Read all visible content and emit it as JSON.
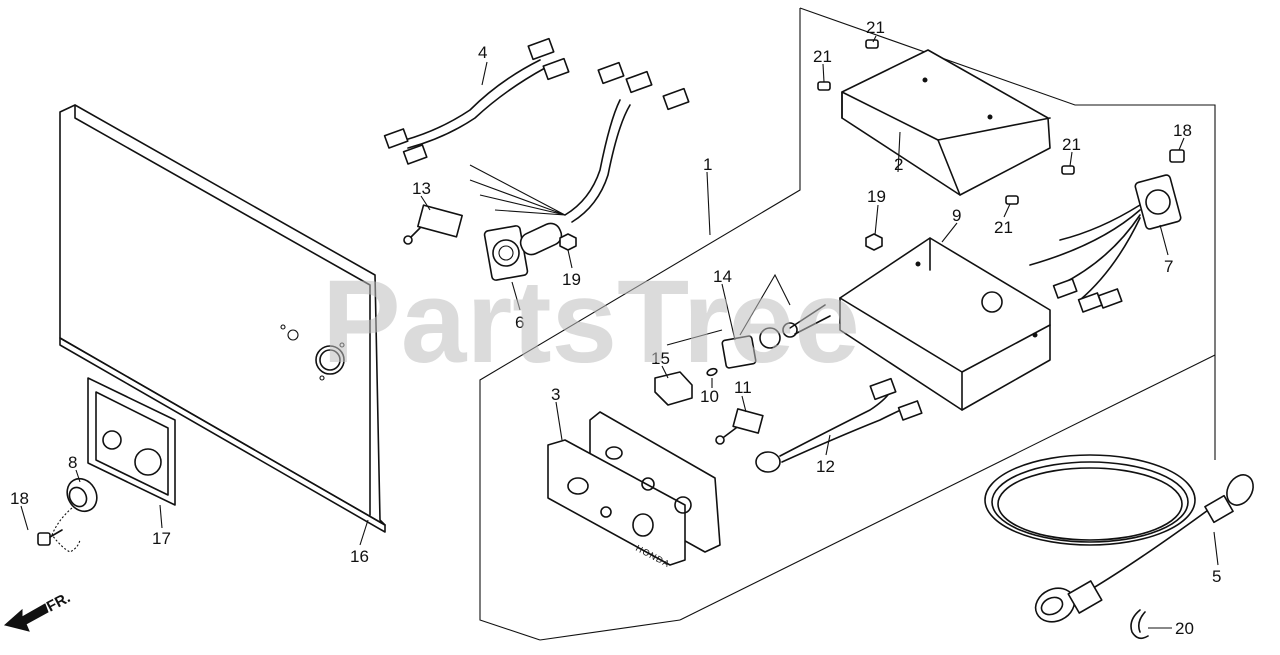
{
  "watermark": "PartsTree",
  "front_indicator": "FR.",
  "panel_logo": "HONDA",
  "callouts": [
    "1",
    "2",
    "3",
    "4",
    "5",
    "6",
    "7",
    "8",
    "9",
    "10",
    "11",
    "12",
    "13",
    "14",
    "15",
    "16",
    "17",
    "18",
    "18",
    "19",
    "19",
    "20",
    "21",
    "21",
    "21",
    "21"
  ]
}
